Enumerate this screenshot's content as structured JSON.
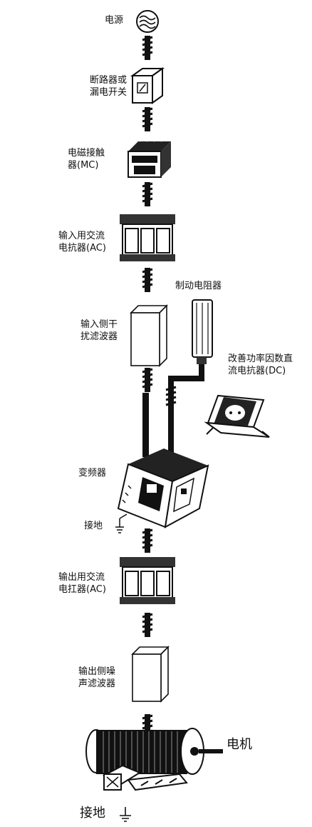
{
  "components": {
    "power": {
      "label": "电源",
      "icon": "power-source-icon"
    },
    "breaker": {
      "line1": "断路器或",
      "line2": "漏电开关",
      "icon": "circuit-breaker-icon"
    },
    "contactor": {
      "line1": "电磁接触",
      "line2": "器(MC)",
      "icon": "contactor-icon"
    },
    "input_reactor": {
      "line1": "输入用交流",
      "line2": "电抗器(AC)",
      "icon": "reactor-icon"
    },
    "brake_resistor": {
      "label": "制动电阻器",
      "icon": "brake-resistor-icon"
    },
    "input_filter": {
      "line1": "输入侧干",
      "line2": "扰滤波器",
      "icon": "filter-box-icon"
    },
    "dc_reactor": {
      "line1": "改善功率因数直",
      "line2": "流电抗器(DC)",
      "icon": "dc-reactor-icon"
    },
    "inverter": {
      "label": "变频器",
      "icon": "inverter-icon"
    },
    "ground1": {
      "label": "接地",
      "icon": "ground-icon"
    },
    "output_reactor": {
      "line1": "输出用交流",
      "line2": "电扛器(AC)",
      "icon": "reactor-icon"
    },
    "output_filter": {
      "line1": "输出侧噪",
      "line2": "声滤波器",
      "icon": "filter-box-icon"
    },
    "motor": {
      "label": "电机",
      "icon": "motor-icon"
    },
    "ground2": {
      "label": "接地",
      "icon": "ground-icon"
    }
  }
}
